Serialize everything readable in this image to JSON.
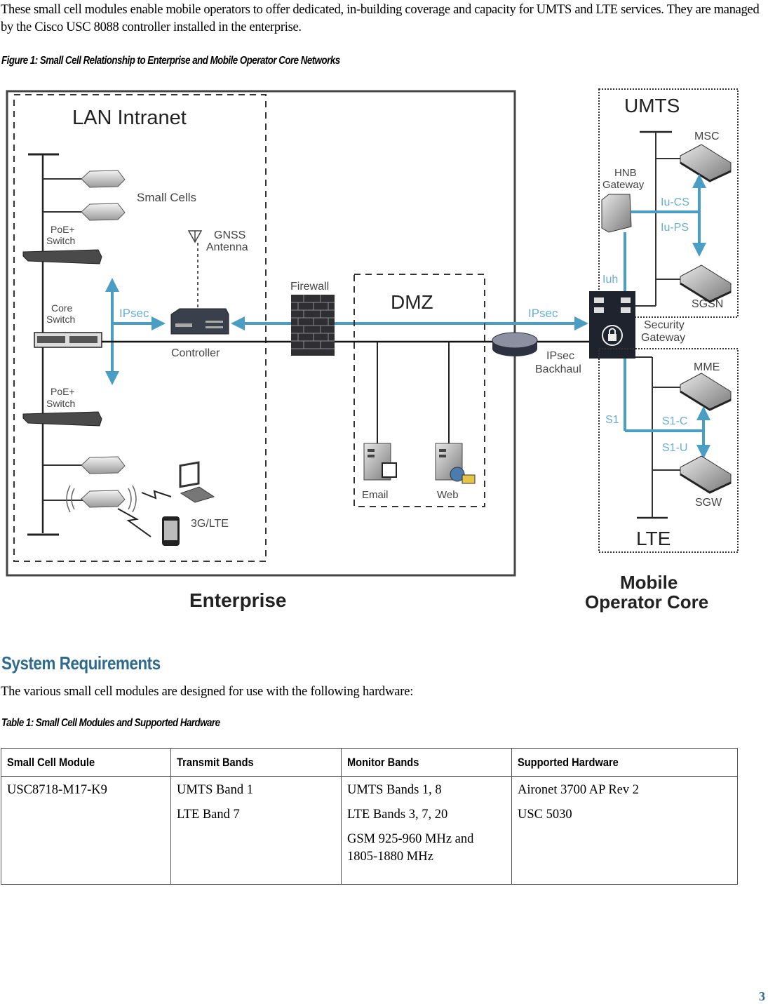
{
  "intro": {
    "text": "These small cell modules enable mobile operators to offer dedicated, in-building coverage and capacity for UMTS and LTE services. They are managed by the Cisco USC 8088 controller installed in the enterprise."
  },
  "figure": {
    "caption": "Figure 1: Small Cell Relationship to Enterprise and Mobile Operator Core Networks",
    "colors": {
      "link": "#4a9ec4",
      "ink": "#111111",
      "device": "#3a3f4c"
    },
    "labels": {
      "lan_intranet": "LAN Intranet",
      "small_cells": "Small Cells",
      "poe_switch_top_1": "PoE+",
      "poe_switch_top_2": "Switch",
      "gnss_1": "GNSS",
      "gnss_2": "Antenna",
      "core_switch_1": "Core",
      "core_switch_2": "Switch",
      "ipsec_left": "IPsec",
      "controller": "Controller",
      "poe_switch_bottom_1": "PoE+",
      "poe_switch_bottom_2": "Switch",
      "three_g_lte": "3G/LTE",
      "firewall": "Firewall",
      "dmz": "DMZ",
      "email": "Email",
      "web": "Web",
      "ipsec_right": "IPsec",
      "ipsec_backhaul_1": "IPsec",
      "ipsec_backhaul_2": "Backhaul",
      "enterprise": "Enterprise",
      "umts": "UMTS",
      "msc": "MSC",
      "hnb_gateway_1": "HNB",
      "hnb_gateway_2": "Gateway",
      "iu_cs": "Iu-CS",
      "iu_ps": "Iu-PS",
      "iuh": "Iuh",
      "sgsn": "SGSN",
      "security_gateway_1": "Security",
      "security_gateway_2": "Gateway",
      "mme": "MME",
      "s1": "S1",
      "s1_c": "S1-C",
      "s1_u": "S1-U",
      "sgw": "SGW",
      "lte": "LTE",
      "mobile_operator_core_1": "Mobile",
      "mobile_operator_core_2": "Operator Core"
    }
  },
  "section": {
    "title": "System Requirements",
    "body": "The various small cell modules are designed for use with the following hardware:"
  },
  "table": {
    "caption": "Table 1: Small Cell Modules and Supported Hardware",
    "headers": [
      "Small Cell Module",
      "Transmit Bands",
      "Monitor Bands",
      "Supported Hardware"
    ],
    "rows": [
      {
        "module": [
          "USC8718-M17-K9"
        ],
        "transmit": [
          "UMTS Band 1",
          "LTE Band 7"
        ],
        "monitor": [
          "UMTS Bands 1, 8",
          "LTE Bands 3, 7, 20",
          "GSM 925-960 MHz and 1805-1880 MHz"
        ],
        "hardware": [
          "Aironet 3700 AP Rev 2",
          "USC 5030"
        ]
      }
    ]
  },
  "page": {
    "number": "3"
  }
}
